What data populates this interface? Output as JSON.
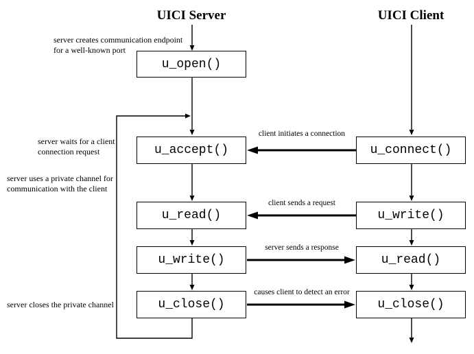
{
  "diagram": {
    "server": {
      "title": "UICI Server",
      "boxes": [
        {
          "label": "u_open()"
        },
        {
          "label": "u_accept()"
        },
        {
          "label": "u_read()"
        },
        {
          "label": "u_write()"
        },
        {
          "label": "u_close()"
        }
      ],
      "annotations": [
        {
          "line1": "server creates communication endpoint",
          "line2": "for a well-known port"
        },
        {
          "line1": "server waits for a client",
          "line2": "connection request"
        },
        {
          "line1": "server uses a private channel for",
          "line2": "communication with the client"
        },
        {
          "line1": "server closes the private channel",
          "line2": ""
        }
      ]
    },
    "client": {
      "title": "UICI Client",
      "boxes": [
        {
          "label": "u_connect()"
        },
        {
          "label": "u_write()"
        },
        {
          "label": "u_read()"
        },
        {
          "label": "u_close()"
        }
      ]
    },
    "interactions": [
      {
        "label": "client initiates a connection",
        "direction": "right-to-left",
        "from": "u_connect()",
        "to": "u_accept()"
      },
      {
        "label": "client sends a request",
        "direction": "right-to-left",
        "from": "u_write()",
        "to": "u_read()"
      },
      {
        "label": "server sends a response",
        "direction": "left-to-right",
        "from": "u_write()",
        "to": "u_read()"
      },
      {
        "label": "causes client to detect an error",
        "direction": "left-to-right",
        "from": "u_close()",
        "to": "u_close()"
      }
    ],
    "colors": {
      "background": "#ffffff",
      "line": "#000000",
      "text": "#000000"
    }
  }
}
